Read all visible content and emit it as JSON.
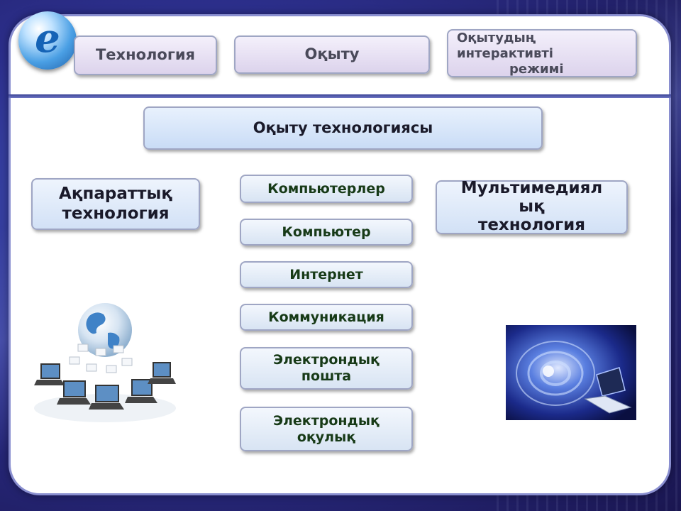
{
  "header": {
    "logo_letter": "e",
    "box1": "Технология",
    "box2": "Оқыту",
    "box3_line1": "Оқытудың",
    "box3_line2": "интерактивті",
    "box3_line3": "режимі"
  },
  "main_title": "Оқыту технологиясы",
  "left_box": {
    "line1": "Ақпараттық",
    "line2": "технология"
  },
  "right_box": {
    "line1": "Мультимедиял",
    "line2": "ық",
    "line3": "технология"
  },
  "items": [
    {
      "line1": "Компьютерлер",
      "line2": ""
    },
    {
      "line1": "Компьютер",
      "line2": ""
    },
    {
      "line1": "Интернет",
      "line2": ""
    },
    {
      "line1": "Коммуникация",
      "line2": ""
    },
    {
      "line1": "Электрондық",
      "line2": "пошта"
    },
    {
      "line1": "Электрондық",
      "line2": "оқулық"
    }
  ],
  "icons": [
    "internet-explorer-logo-icon",
    "globe-network-illustration",
    "laptop-tech-illustration"
  ]
}
